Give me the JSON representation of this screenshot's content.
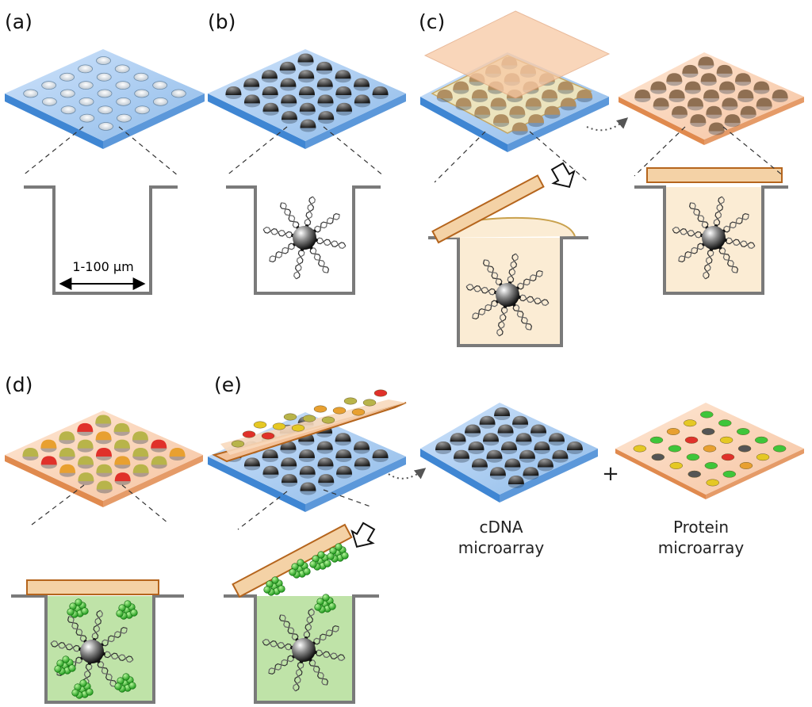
{
  "panels": {
    "a": "(a)",
    "b": "(b)",
    "c": "(c)",
    "d": "(d)",
    "e": "(e)"
  },
  "dimension_label": "1-100 µm",
  "captions": {
    "cdna_line1": "cDNA",
    "cdna_line2": "microarray",
    "protein_line1": "Protein",
    "protein_line2": "microarray",
    "plus": "+"
  },
  "colors": {
    "slide_top": "#9cc3ee",
    "slide_edge": "#3f86d3",
    "well_wall": "#7a7a7a",
    "lid_fill": "#f6d0b2",
    "lid_edge": "#c98d55",
    "protein_green": "#3fc53a",
    "solution_green": "#bfe3a8",
    "lysate_cream": "#fbecd4",
    "spot_red": "#e0312a",
    "spot_yellow": "#e5c824",
    "spot_olive": "#b8b44a",
    "spot_orange": "#e8a030"
  }
}
